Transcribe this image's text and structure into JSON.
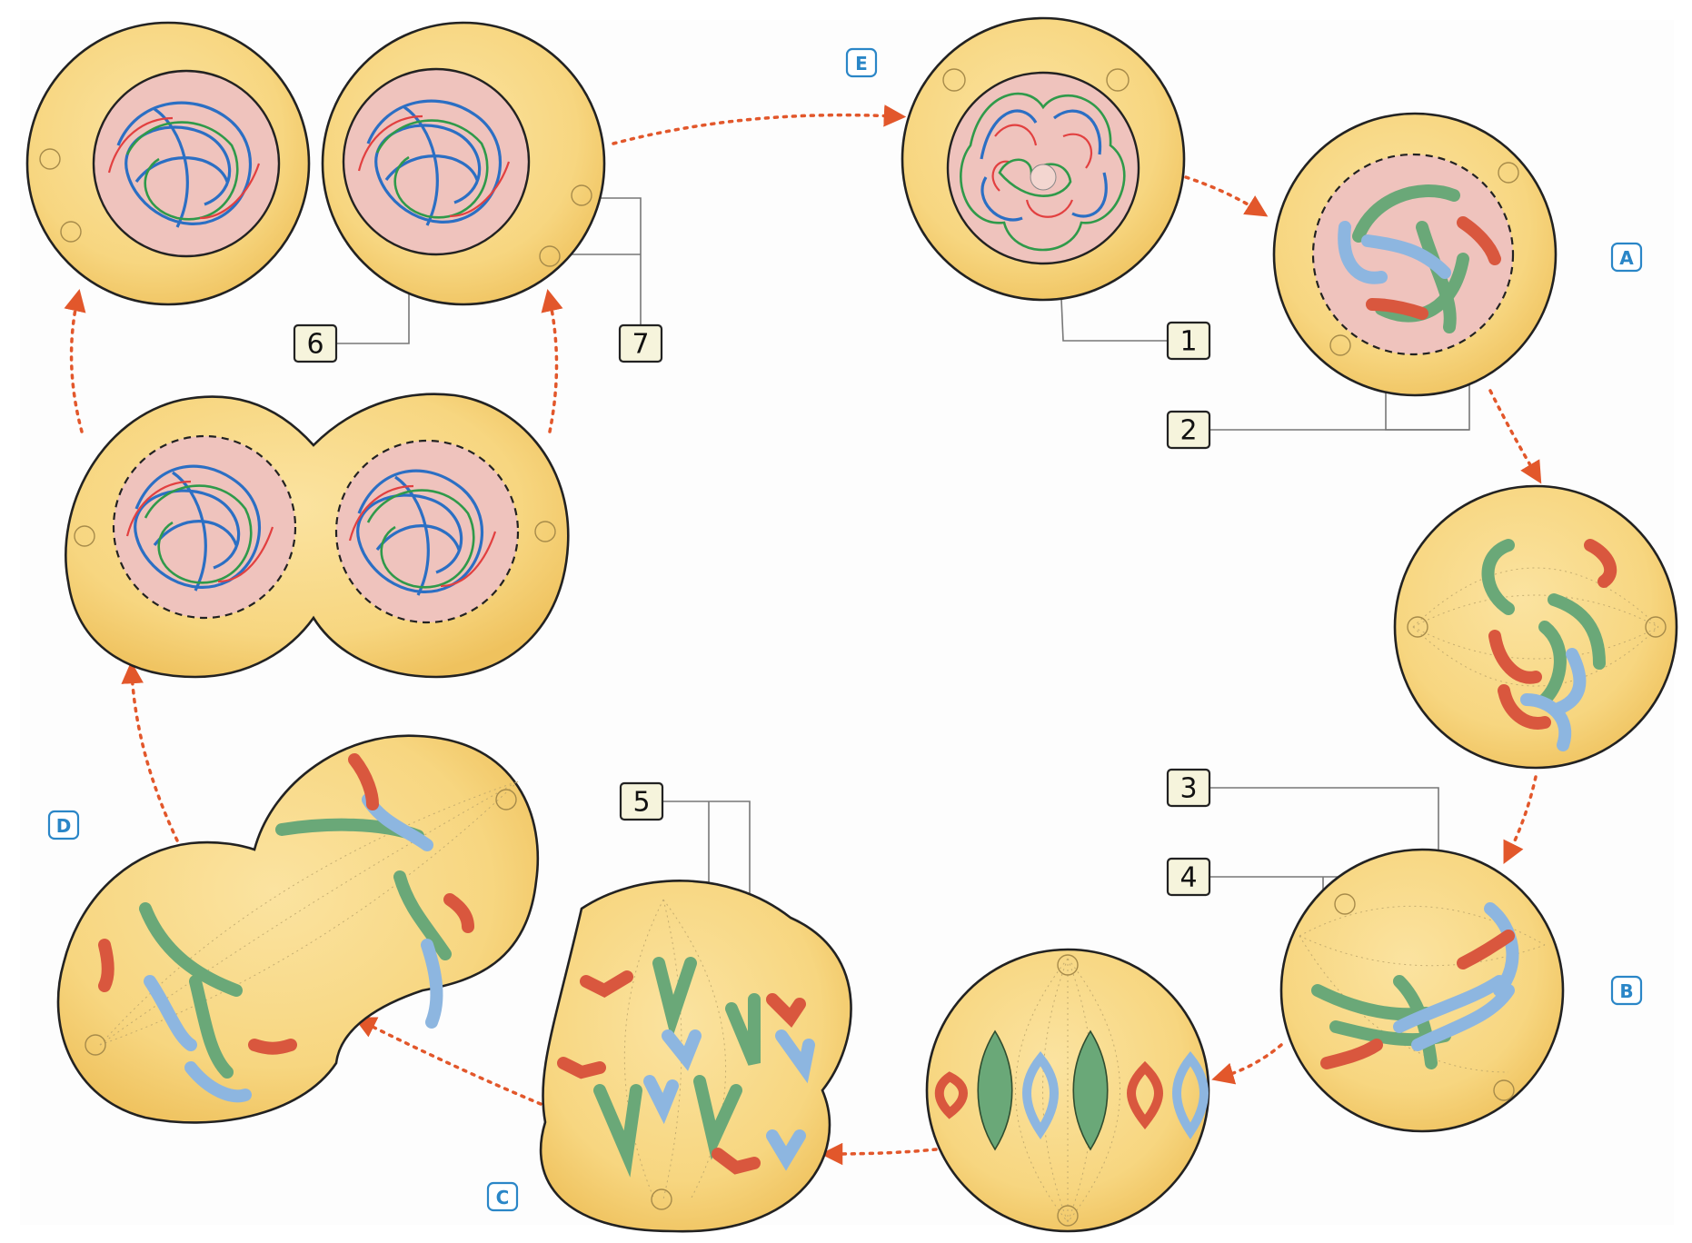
{
  "number_labels": [
    "1",
    "2",
    "3",
    "4",
    "5",
    "6",
    "7"
  ],
  "stage_labels": [
    "A",
    "B",
    "C",
    "D",
    "E"
  ],
  "colors": {
    "cytoplasm": "#f7d680",
    "nucleus": "#efc3bd",
    "arrow": "#e2572b",
    "chromosome_green": "#6aa878",
    "chromosome_blue": "#8db6e0",
    "chromosome_red": "#d9573e",
    "stage_label": "#2a86c7"
  }
}
